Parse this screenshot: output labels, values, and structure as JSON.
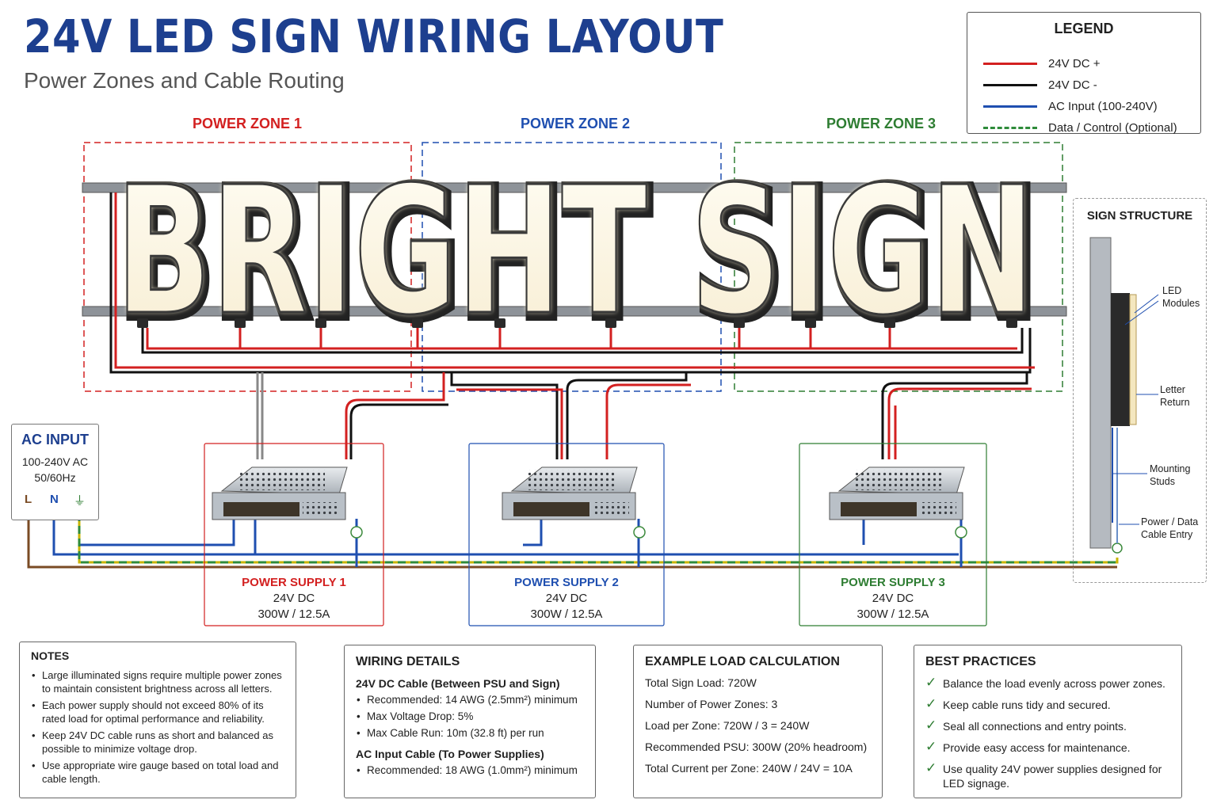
{
  "header": {
    "title": "24V LED SIGN WIRING LAYOUT",
    "subtitle": "Power Zones and Cable Routing"
  },
  "legend": {
    "title": "LEGEND",
    "items": [
      {
        "label": "24V DC +",
        "color": "#d32020",
        "style": "solid"
      },
      {
        "label": "24V DC -",
        "color": "#111111",
        "style": "solid"
      },
      {
        "label": "AC Input (100-240V)",
        "color": "#1f4fb0",
        "style": "solid"
      },
      {
        "label": "Data / Control (Optional)",
        "color": "#2e8b3a",
        "style": "dashed"
      }
    ]
  },
  "zones": [
    {
      "label": "POWER ZONE 1",
      "color": "#d32020"
    },
    {
      "label": "POWER ZONE 2",
      "color": "#1f4fb0"
    },
    {
      "label": "POWER ZONE 3",
      "color": "#2e7d32"
    }
  ],
  "sign_text": "BRIGHT SIGN",
  "ac_input": {
    "title": "AC INPUT",
    "line1": "100-240V AC",
    "line2": "50/60Hz",
    "terminals": [
      "L",
      "N",
      "⏚"
    ]
  },
  "power_supplies": [
    {
      "title": "POWER SUPPLY 1",
      "voltage": "24V DC",
      "rating": "300W / 12.5A",
      "color": "#d32020"
    },
    {
      "title": "POWER SUPPLY 2",
      "voltage": "24V DC",
      "rating": "300W / 12.5A",
      "color": "#1f4fb0"
    },
    {
      "title": "POWER SUPPLY 3",
      "voltage": "24V DC",
      "rating": "300W / 12.5A",
      "color": "#2e7d32"
    }
  ],
  "sign_structure": {
    "title": "SIGN STRUCTURE",
    "labels": [
      {
        "line1": "LED",
        "line2": "Modules"
      },
      {
        "line1": "Letter",
        "line2": "Return"
      },
      {
        "line1": "Mounting",
        "line2": "Studs"
      },
      {
        "line1": "Power / Data",
        "line2": "Cable Entry"
      }
    ]
  },
  "notes": {
    "title": "NOTES",
    "items": [
      "Large illuminated signs require multiple power zones to maintain consistent brightness across all letters.",
      "Each power supply should not exceed 80% of its rated load for optimal performance and reliability.",
      "Keep 24V DC cable runs as short and balanced as possible to minimize voltage drop.",
      "Use appropriate wire gauge based on total load and cable length."
    ]
  },
  "wiring_details": {
    "title": "WIRING DETAILS",
    "dc_title": "24V DC Cable (Between PSU and Sign)",
    "dc_items": [
      "Recommended: 14 AWG (2.5mm²) minimum",
      "Max Voltage Drop:  5%",
      "Max Cable Run:  10m (32.8 ft) per run"
    ],
    "ac_title": "AC Input Cable (To Power Supplies)",
    "ac_items": [
      "Recommended: 18 AWG (1.0mm²) minimum"
    ]
  },
  "load_calc": {
    "title": "EXAMPLE LOAD CALCULATION",
    "lines": [
      "Total Sign Load:  720W",
      "Number of Power Zones:  3",
      "Load per Zone:  720W / 3 = 240W",
      "Recommended PSU:  300W (20% headroom)",
      "Total Current per Zone:  240W / 24V = 10A"
    ]
  },
  "best_practices": {
    "title": "BEST PRACTICES",
    "items": [
      "Balance the load evenly across power zones.",
      "Keep cable runs tidy and secured.",
      "Seal all connections and entry points.",
      "Provide easy access for maintenance.",
      "Use quality 24V power supplies designed for LED signage."
    ]
  }
}
